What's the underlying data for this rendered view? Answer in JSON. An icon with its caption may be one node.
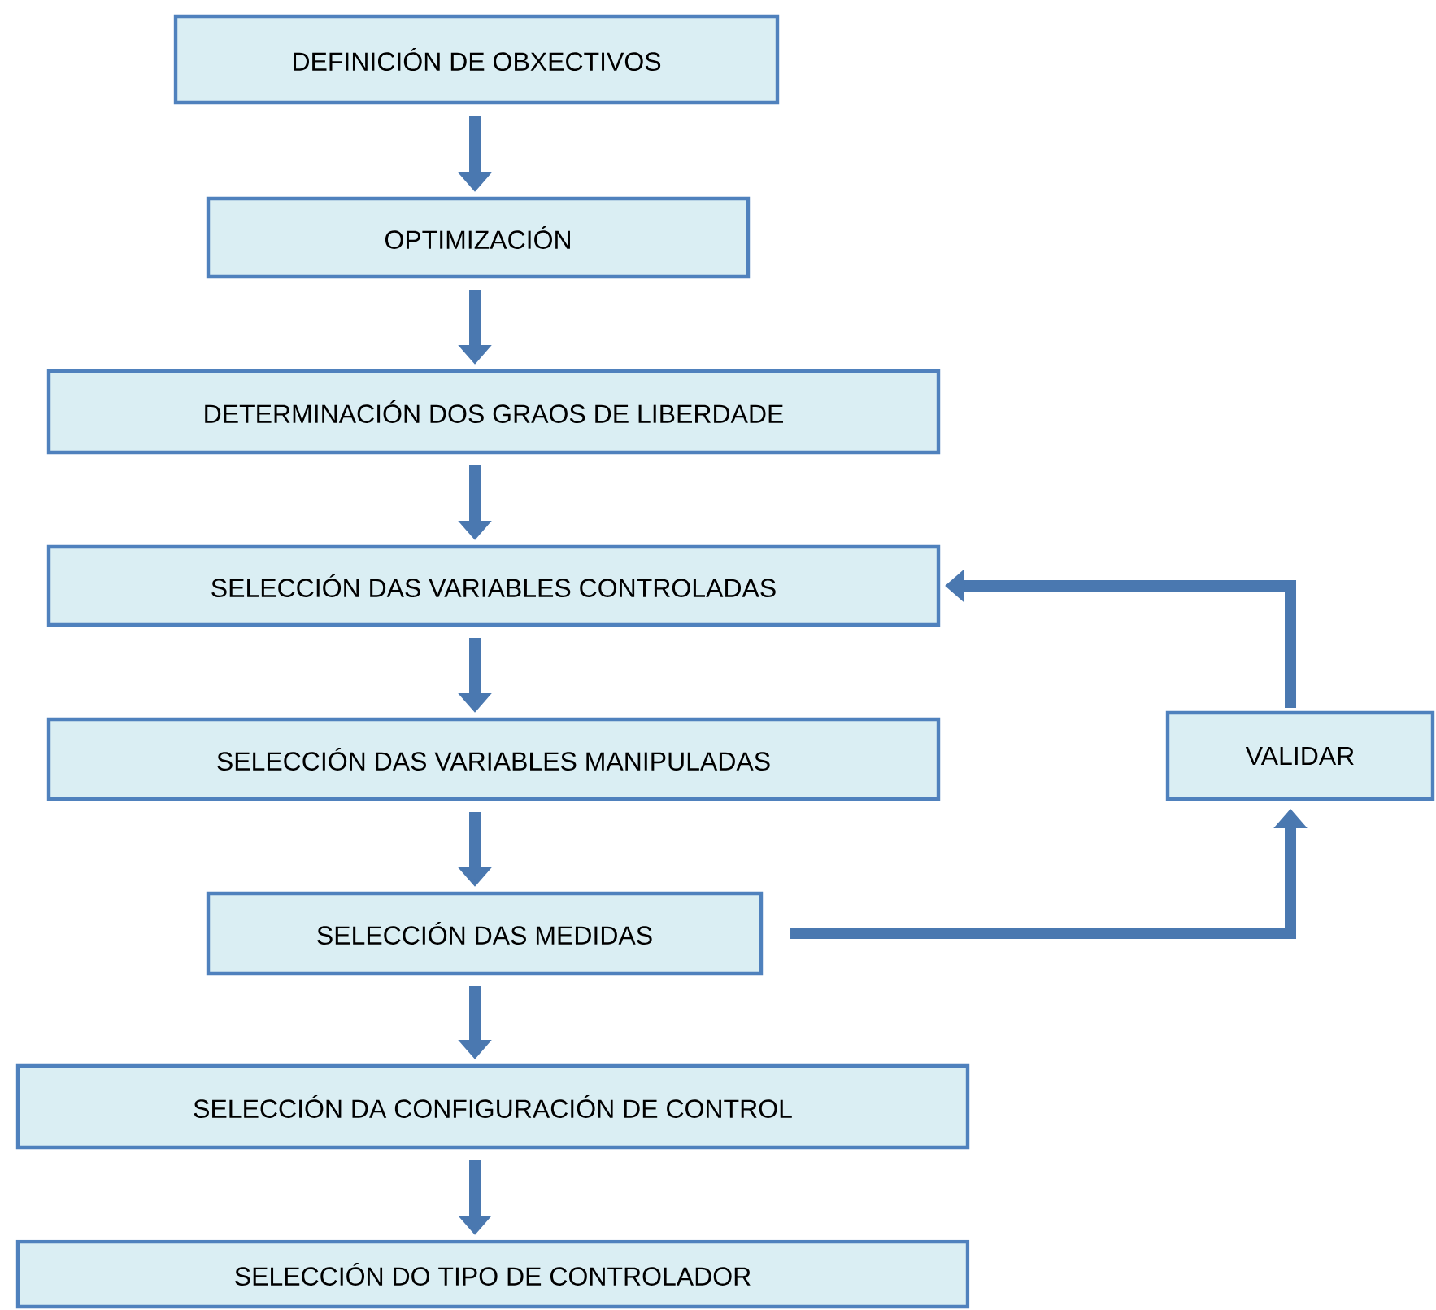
{
  "diagram": {
    "nodes": [
      {
        "text": [
          "DEFINICIÓN DE OBXECTIVOS"
        ]
      },
      {
        "text": [
          "OPTIMIZACIÓN"
        ]
      },
      {
        "text": [
          "DETERMINACIÓN DOS GRAOS DE LIBERDADE"
        ]
      },
      {
        "text": [
          "SELECCIÓN DAS VARIABLES CONTROLADAS"
        ]
      },
      {
        "text": [
          "SELECCIÓN DAS VARIABLES MANIPULADAS"
        ]
      },
      {
        "text": [
          "SELECCIÓN DAS MEDIDAS"
        ]
      },
      {
        "text": [
          "SELECCIÓN DA CONFIGURACIÓN DE CONTROL"
        ]
      },
      {
        "text": [
          "SELECCIÓN DO TIPO DE CONTROLADOR"
        ]
      },
      {
        "text": [
          "VALIDAR"
        ]
      }
    ],
    "edges": [
      {
        "from": 0,
        "to": 1,
        "arrow": "to"
      },
      {
        "from": 1,
        "to": 2,
        "arrow": "to"
      },
      {
        "from": 2,
        "to": 3,
        "arrow": "to"
      },
      {
        "from": 3,
        "to": 4,
        "arrow": "to"
      },
      {
        "from": 4,
        "to": 5,
        "arrow": "to"
      },
      {
        "from": 5,
        "to": 6,
        "arrow": "to"
      },
      {
        "from": 6,
        "to": 7,
        "arrow": "to"
      },
      {
        "from": 5,
        "to": 8,
        "arrow": "to"
      },
      {
        "from": 8,
        "to": 3,
        "arrow": "to"
      }
    ]
  }
}
